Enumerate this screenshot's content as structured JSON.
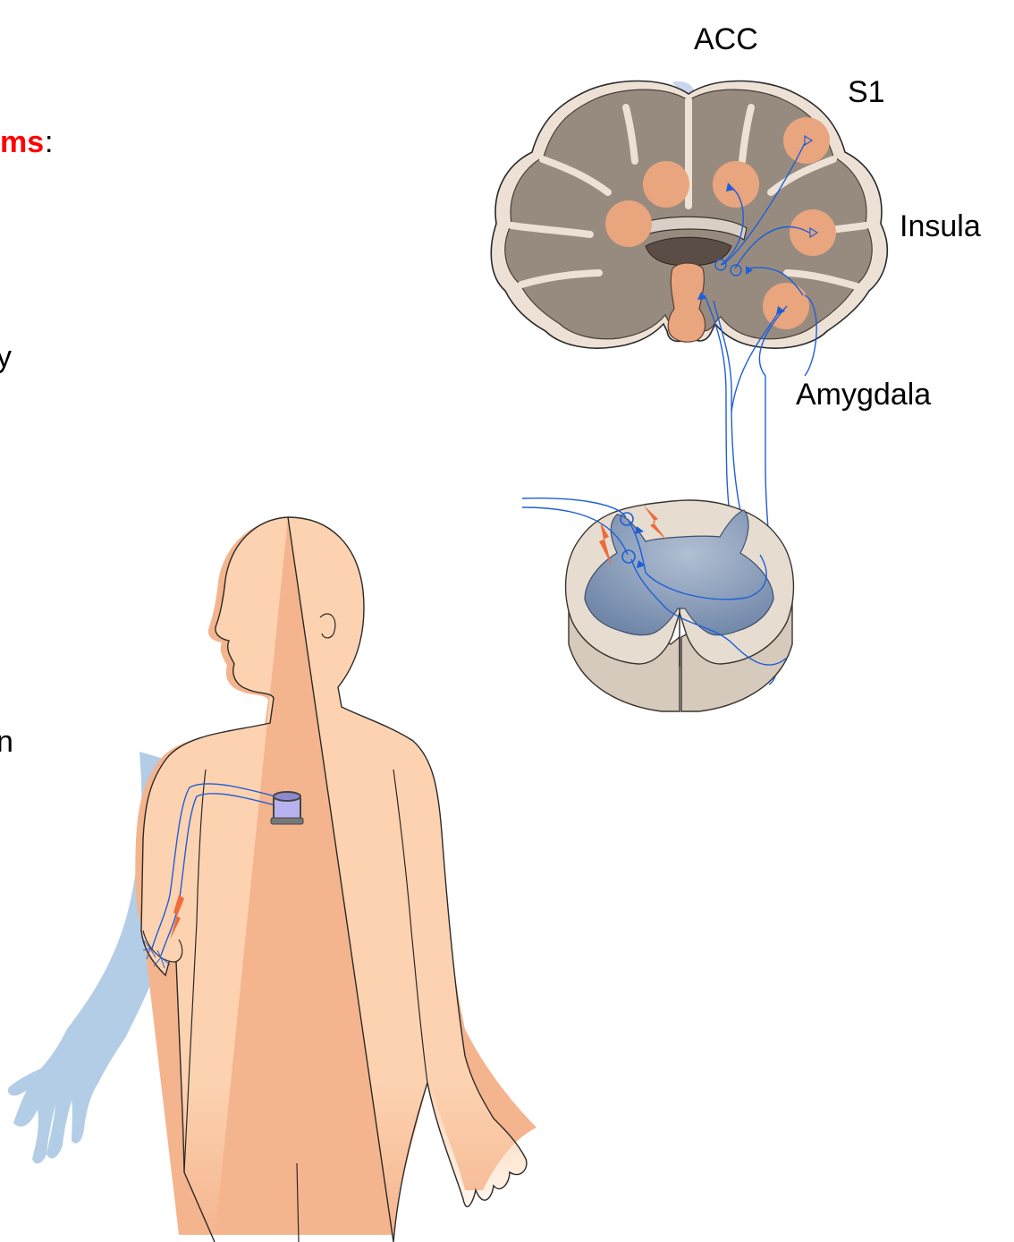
{
  "labels": {
    "acc": "ACC",
    "s1": "S1",
    "insula": "Insula",
    "amygdala": "Amygdala"
  },
  "left_fragments": {
    "heading_tail": "ms",
    "heading_colon": ":",
    "frag_y": "y",
    "frag_n": "n"
  },
  "colors": {
    "skin": "#fdd2b0",
    "skin_shadow": "#f4b48e",
    "phantom_arm": "#b3cde6",
    "brain_outer": "#ece1d4",
    "brain_gray": "#978b80",
    "pain_region": "#e9a57e",
    "nerve": "#1f5fd6",
    "spinal_white": "#e6ddd0",
    "spinal_gray": "#7d94b4",
    "lightning": "#ef6b3a",
    "stimulator": "#b8b3ee",
    "heading_red": "#ff0000"
  },
  "icons": {
    "lightning": "lightning-bolt-icon",
    "stimulator": "implant-stimulator-icon"
  }
}
